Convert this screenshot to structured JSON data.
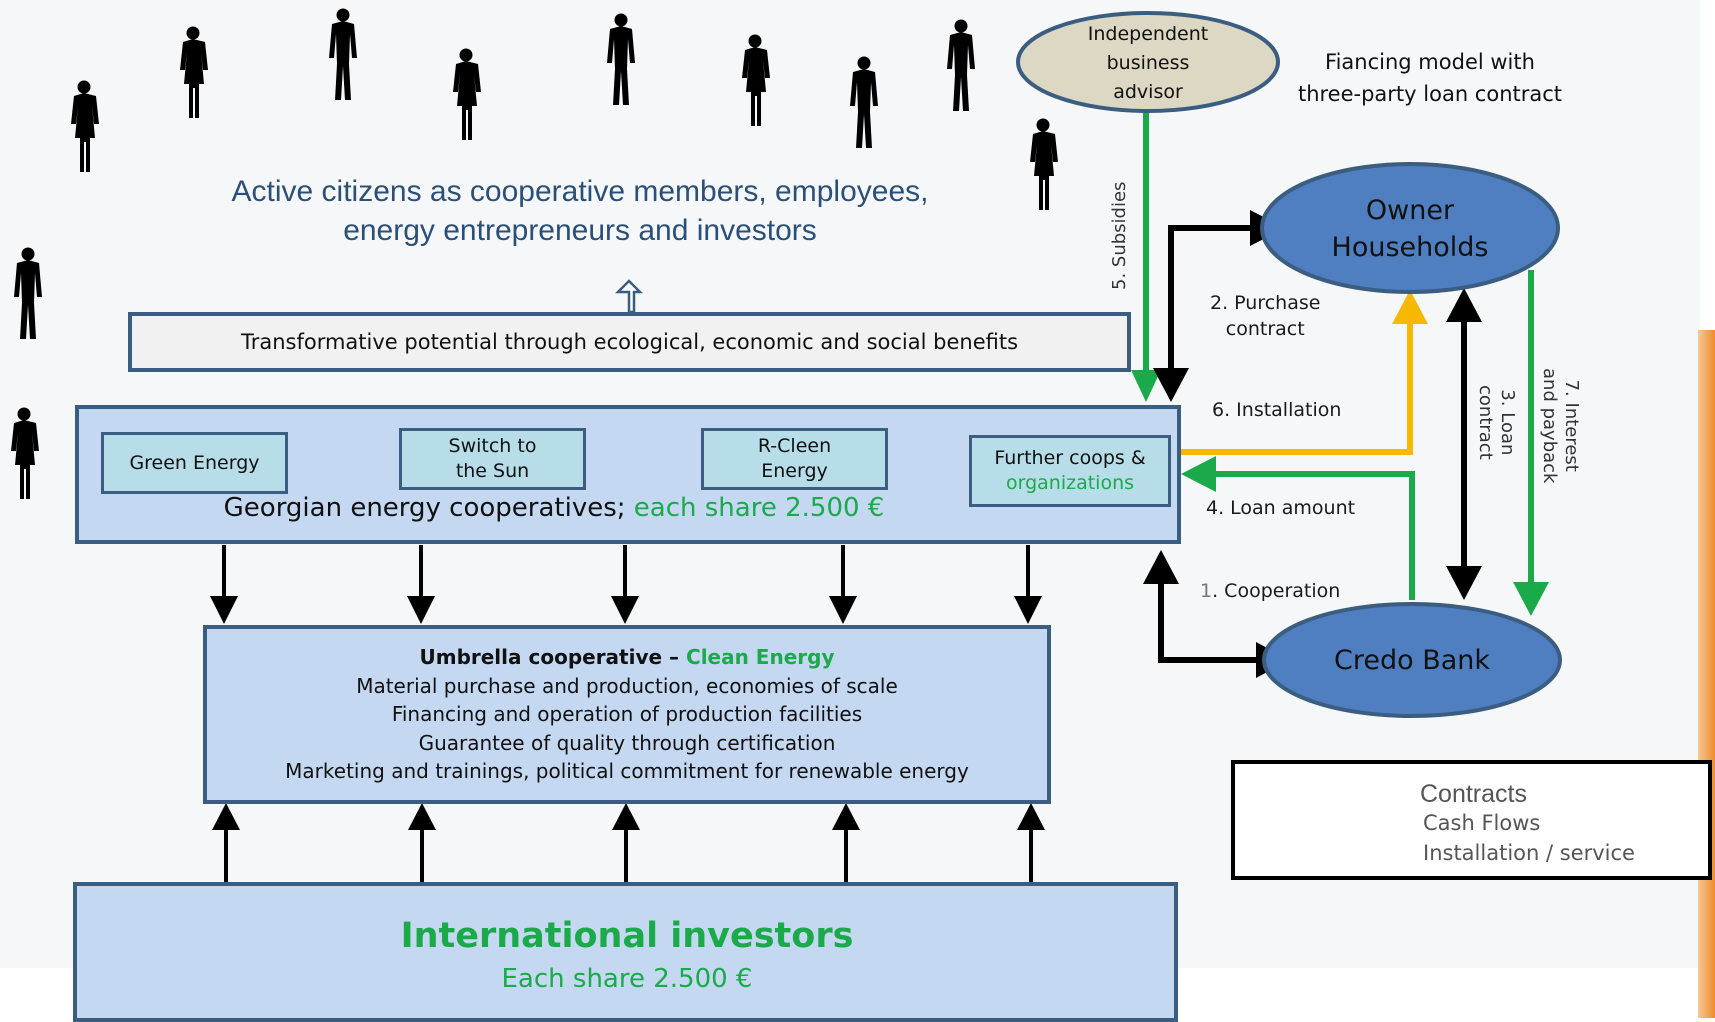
{
  "headline": {
    "line1": "Active citizens as cooperative members, employees,",
    "line2": "energy entrepreneurs and investors"
  },
  "transformative_box": "Transformative potential through ecological, economic and social benefits",
  "georgian": {
    "title": "Georgian energy cooperatives;",
    "share": "each share 2.500 €",
    "coops": [
      {
        "line1": "Green Energy",
        "line2": ""
      },
      {
        "line1": "Switch to",
        "line2": "the Sun"
      },
      {
        "line1": "R-Cleen",
        "line2": "Energy"
      },
      {
        "line1": "Further coops &",
        "line2": "organizations"
      }
    ]
  },
  "umbrella": {
    "title": "Umbrella cooperative –",
    "title_green": "Clean Energy",
    "lines": [
      "Material purchase and production, economies of scale",
      "Financing and operation of production facilities",
      "Guarantee of quality through certification",
      "Marketing and trainings, political commitment for renewable energy"
    ]
  },
  "investors": {
    "title": "International investors",
    "share": "Each share 2.500 €"
  },
  "advisor": {
    "line1": "Independent",
    "line2": "business",
    "line3": "advisor"
  },
  "financing_title": {
    "line1": "Fiancing model with",
    "line2": "three-party loan contract"
  },
  "owner": {
    "line1": "Owner",
    "line2": "Households"
  },
  "bank": "Credo Bank",
  "flows": {
    "subsidies": "5. Subsidies",
    "purchase_1": "2. Purchase",
    "purchase_2": "contract",
    "installation": "6. Installation",
    "loan_amount": "4. Loan amount",
    "cooperation_num": "1",
    "cooperation": ". Cooperation",
    "loan_contract_1": "3. Loan",
    "loan_contract_2": "contract",
    "interest_1": "7. Interest",
    "interest_2": "and payback"
  },
  "legend": {
    "items": [
      {
        "label": "Contracts",
        "color": "#000000"
      },
      {
        "label": "Cash Flows",
        "color": "#1aaa4a"
      },
      {
        "label": "Installation / service",
        "color": "#f6b800"
      }
    ]
  },
  "colors": {
    "contract": "#000000",
    "cash": "#1aaa4a",
    "install": "#f6b800",
    "ellipse_blue": "#4f7fc0",
    "box_blue": "#c5d8f1",
    "border": "#3a5d80",
    "advisor_fill": "#ddd8c4"
  },
  "icons": [
    "person-icon",
    "up-arrow-icon",
    "double-arrow-icon"
  ]
}
